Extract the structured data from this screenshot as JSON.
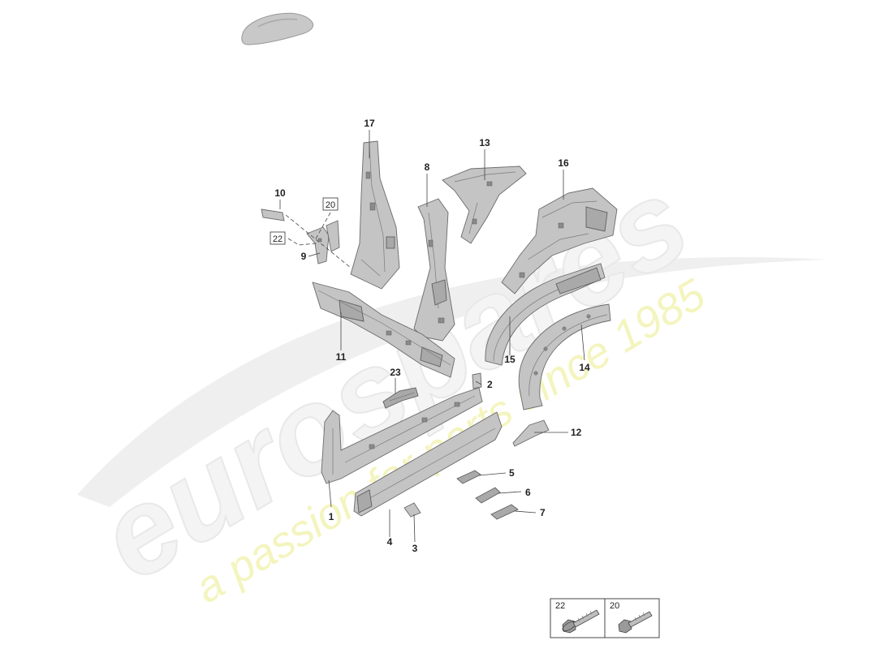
{
  "watermark": {
    "brand": "eurospares",
    "tagline": "a passion for parts since 1985"
  },
  "callouts": {
    "n1": "1",
    "n2": "2",
    "n3": "3",
    "n4": "4",
    "n5": "5",
    "n6": "6",
    "n7": "7",
    "n8": "8",
    "n9": "9",
    "n10": "10",
    "n11": "11",
    "n12": "12",
    "n13": "13",
    "n14": "14",
    "n15": "15",
    "n16": "16",
    "n17": "17",
    "n23": "23",
    "box20": "20",
    "box22": "22"
  },
  "legend": {
    "items": [
      {
        "number": "22",
        "icon": "flange-bolt-icon"
      },
      {
        "number": "20",
        "icon": "hex-bolt-icon"
      }
    ]
  }
}
